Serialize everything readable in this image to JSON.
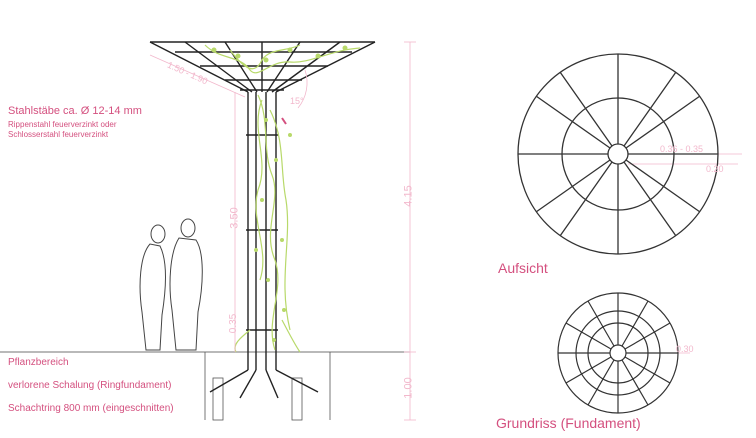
{
  "annotations": {
    "steel_rods": "Stahlstäbe ca. Ø  12-14 mm",
    "steel_note_1": "Rippenstahl feuerverzinkt oder",
    "steel_note_2": "Schlosserstahl feuerverzinkt",
    "plant_area": "Pflanzbereich",
    "formwork": "verlorene Schalung (Ringfundament)",
    "shaft_ring": "Schachtring 800 mm (eingeschnitten)"
  },
  "views": {
    "top_view": "Aufsicht",
    "foundation_plan": "Grundriss (Fundament)"
  },
  "dimensions": {
    "total_height": "4.15",
    "trunk_height": "3.50",
    "base_height": "0.35",
    "foundation_depth": "1.00",
    "crown_width": "1.50 - 1.90",
    "crown_angle": "15°",
    "top_hub": "0.36 - 0.35",
    "top_hub_b": "0.20",
    "found_hub": "0.30"
  },
  "colors": {
    "accent": "#d4507f",
    "dimension": "#f2b8cc",
    "line": "#333333",
    "plant": "#b8d96a"
  }
}
